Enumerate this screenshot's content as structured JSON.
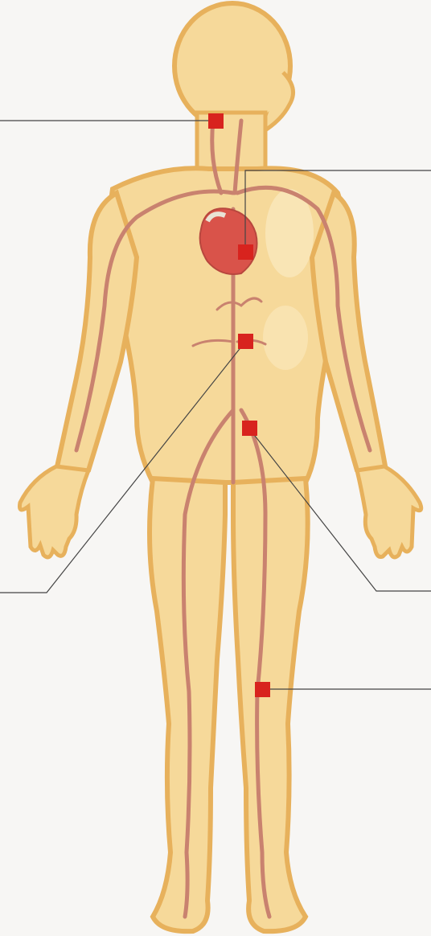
{
  "diagram": {
    "subject": "human-body-arterial-system",
    "colors": {
      "background": "#f7f6f4",
      "skin_fill": "#f6d99a",
      "skin_outline": "#e7b15c",
      "skin_highlight": "#fbe9c0",
      "artery": "#c9826f",
      "heart": "#d9534a",
      "marker": "#d8231e",
      "leader_line": "#444444"
    },
    "markers": [
      {
        "id": "neck",
        "side": "left",
        "unlabeled": true
      },
      {
        "id": "heart",
        "side": "right",
        "unlabeled": true
      },
      {
        "id": "abdomen",
        "side": "left",
        "unlabeled": true
      },
      {
        "id": "pelvis",
        "side": "right",
        "unlabeled": true
      },
      {
        "id": "knee",
        "side": "right",
        "unlabeled": true
      }
    ]
  }
}
